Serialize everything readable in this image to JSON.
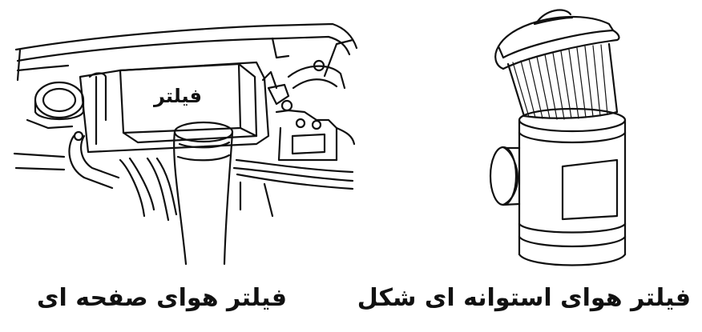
{
  "figure": {
    "left_panel": {
      "inner_label": "فیلتر",
      "caption": "فیلتر هوای صفحه ای"
    },
    "right_panel": {
      "caption": "فیلتر هوای استوانه ای شکل"
    }
  }
}
